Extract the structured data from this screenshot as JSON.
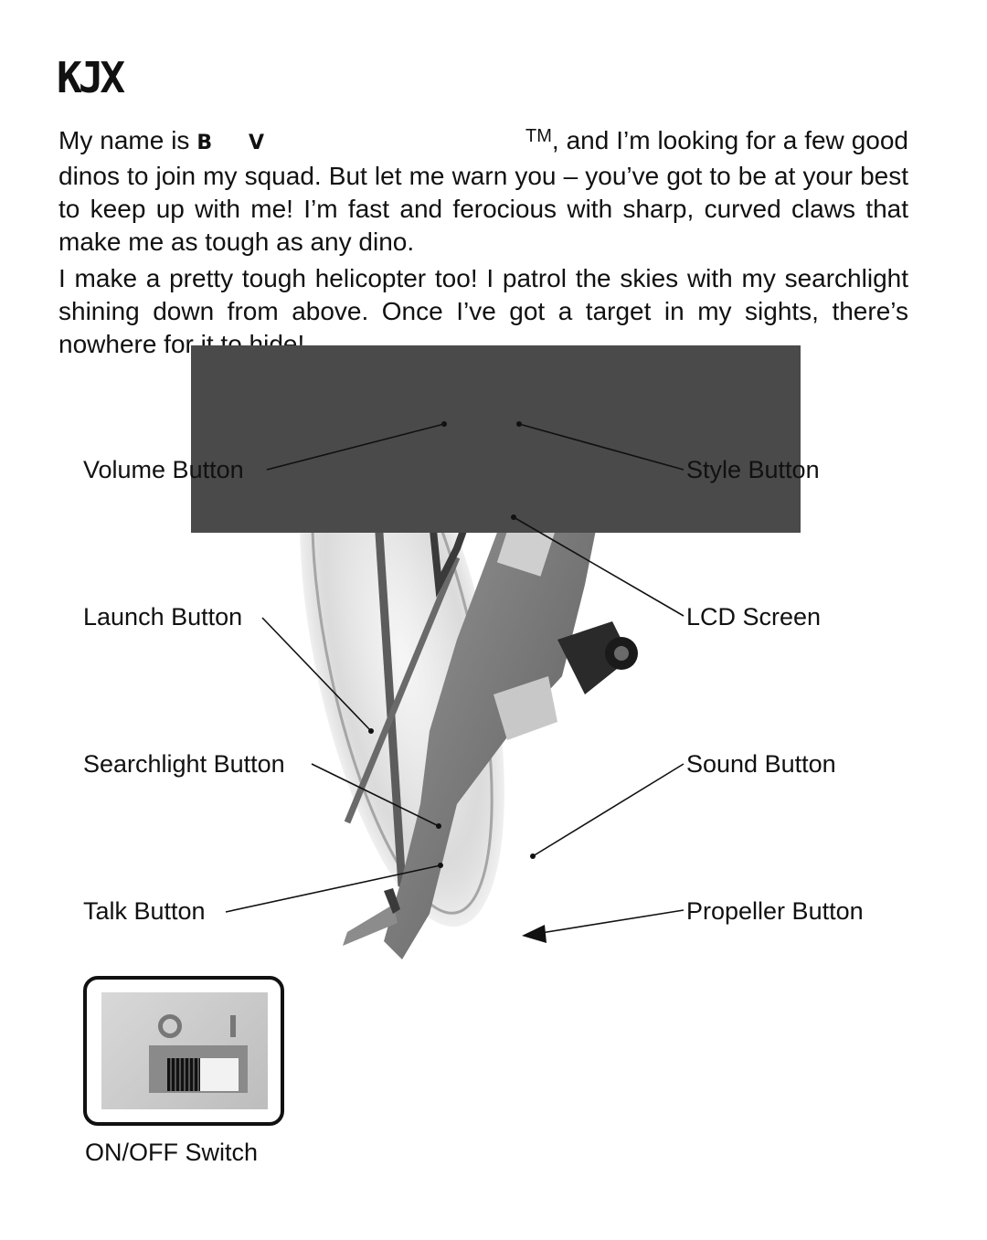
{
  "heading": {
    "text": "KJX"
  },
  "intro": {
    "p1_before": "My name is",
    "p1_glyphs": "B V",
    "p1_tm": "TM",
    "p1_after": ", and I’m looking for a few good dinos to join my squad. But let me warn you – you’ve got to be at your best to keep up with me! I’m fast and ferocious with sharp, curved claws that make me as tough as any dino.",
    "p2": "I make a pretty tough helicopter too! I patrol the skies with my searchlight shining down from above. Once I’ve got a target in my sights, there’s nowhere for it to hide!"
  },
  "labels": {
    "volume": "Volume Button",
    "style": "Style Button",
    "launch": "Launch Button",
    "lcd": "LCD Screen",
    "searchlight": "Searchlight Button",
    "sound": "Sound Button",
    "talk": "Talk Button",
    "propeller": "Propeller Button",
    "switch": "ON/OFF Switch"
  },
  "colors": {
    "overlay": "#4a4a4a",
    "text": "#111111"
  }
}
